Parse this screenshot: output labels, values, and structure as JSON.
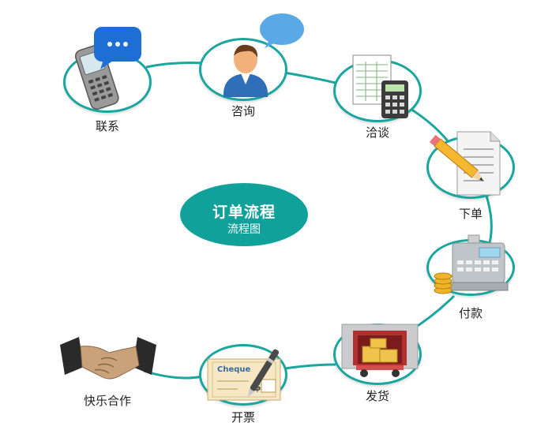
{
  "center": {
    "title": "订单流程",
    "subtitle": "流程图"
  },
  "steps": [
    {
      "label": "联系",
      "icon": "mobile-phone-chat-icon"
    },
    {
      "label": "咨询",
      "icon": "user-speech-bubble-icon"
    },
    {
      "label": "洽谈",
      "icon": "spreadsheet-calculator-icon"
    },
    {
      "label": "下单",
      "icon": "document-pencil-icon"
    },
    {
      "label": "付款",
      "icon": "cash-register-icon"
    },
    {
      "label": "发货",
      "icon": "delivery-truck-icon"
    },
    {
      "label": "开票",
      "icon": "cheque-pen-icon"
    },
    {
      "label": "快乐合作",
      "icon": "handshake-icon"
    }
  ],
  "cheque": {
    "word": "Cheque",
    "symbol": "$"
  },
  "colors": {
    "accent": "#1aa69f",
    "center_fill": "#10a29a",
    "connector": "#1aa69f"
  }
}
